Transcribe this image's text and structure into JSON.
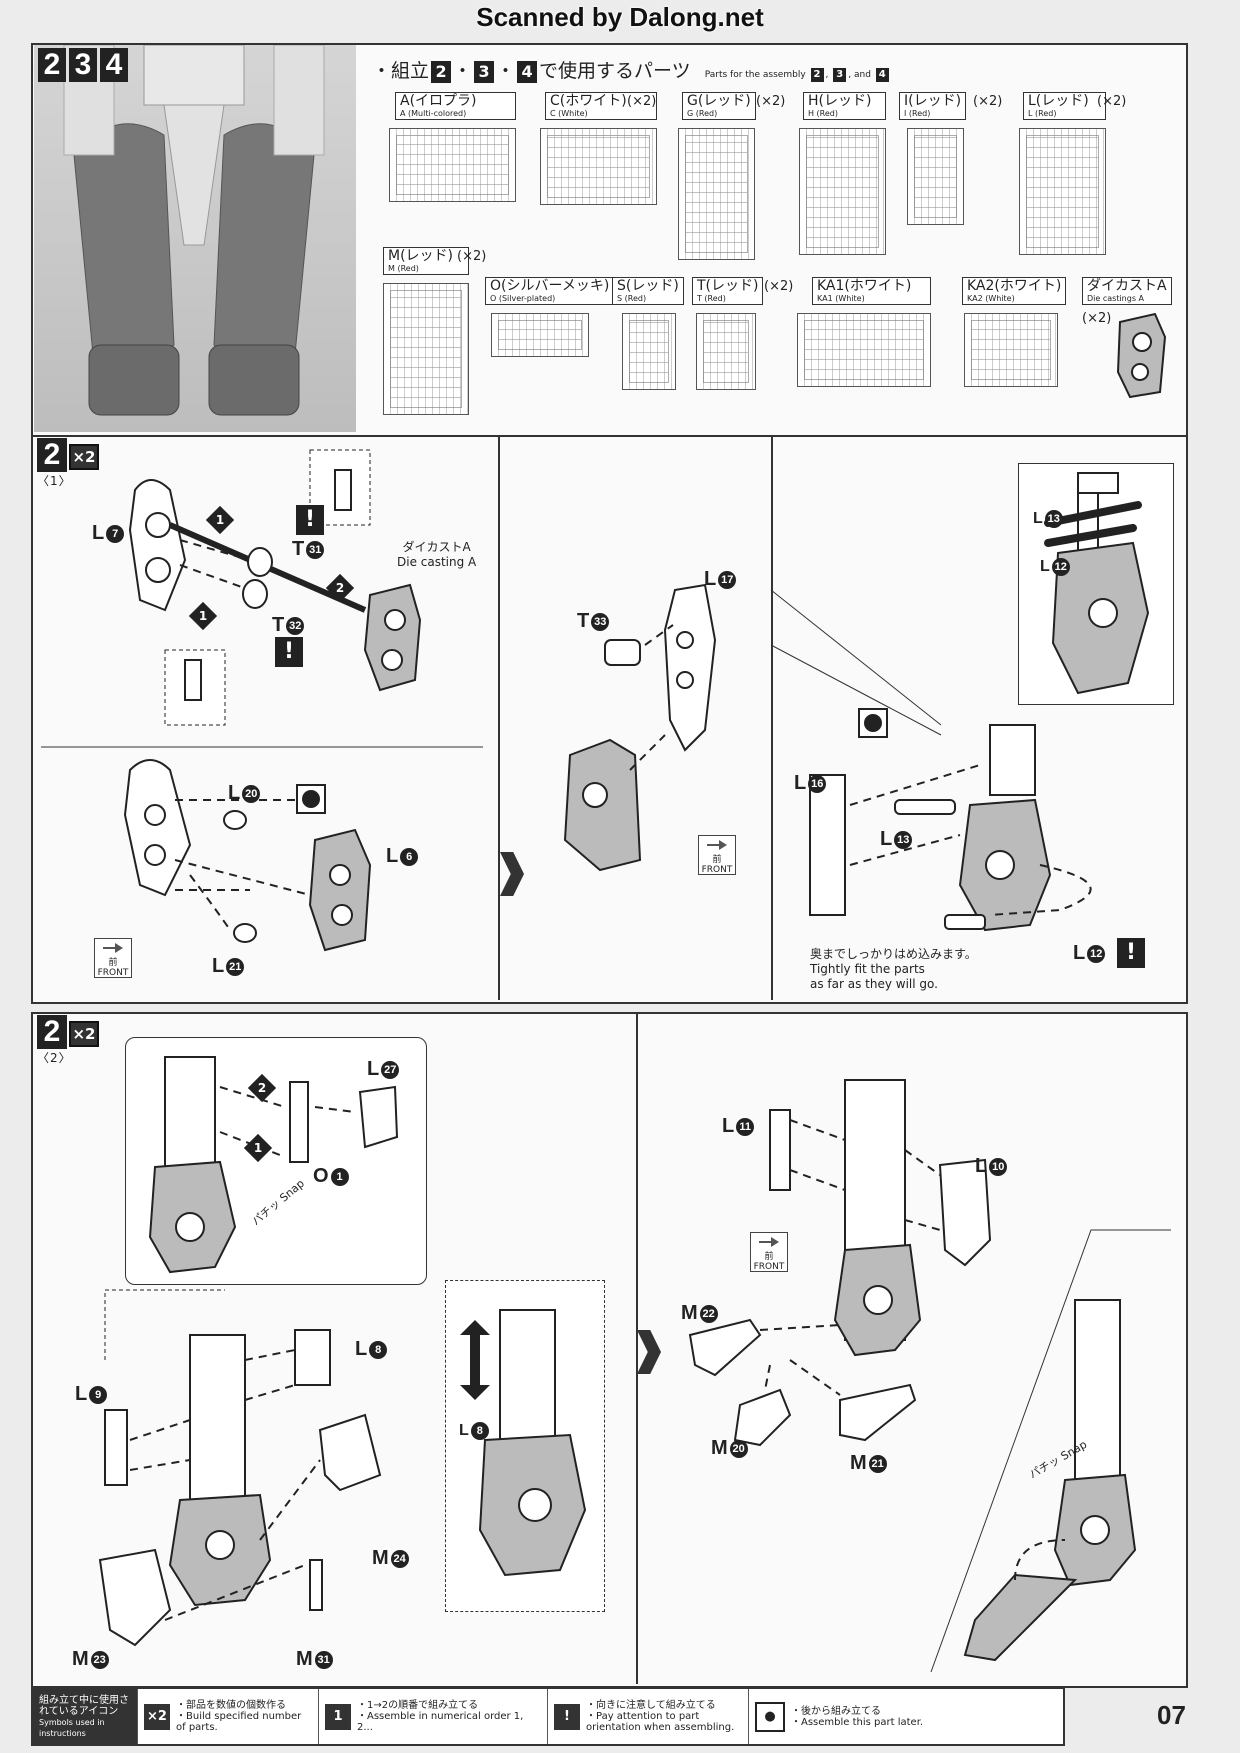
{
  "banner": "Scanned by Dalong.net",
  "top": {
    "step_digits": [
      "2",
      "3",
      "4"
    ],
    "title_jp_prefix": "・組立",
    "title_box1": "2",
    "title_sep1": "・",
    "title_box2": "3",
    "title_sep2": "・",
    "title_box3": "4",
    "title_jp_suffix": "で使用するパーツ",
    "title_en": "Parts for the assembly",
    "title_en_a": "2",
    "title_en_b": "3",
    "title_en_and": ", and",
    "title_en_c": "4",
    "runners": [
      {
        "jp": "A(イロプラ)",
        "en": "A (Multi-colored)",
        "qty": ""
      },
      {
        "jp": "C(ホワイト)",
        "en": "C (White)",
        "qty": "(×2)"
      },
      {
        "jp": "G(レッド)",
        "en": "G (Red)",
        "qty": "(×2)"
      },
      {
        "jp": "H(レッド)",
        "en": "H (Red)",
        "qty": ""
      },
      {
        "jp": "I(レッド)",
        "en": "I (Red)",
        "qty": "(×2)"
      },
      {
        "jp": "L(レッド)",
        "en": "L (Red)",
        "qty": "(×2)"
      },
      {
        "jp": "M(レッド)",
        "en": "M (Red)",
        "qty": "(×2)"
      },
      {
        "jp": "O(シルバーメッキ)",
        "en": "O (Silver-plated)",
        "qty": ""
      },
      {
        "jp": "S(レッド)",
        "en": "S (Red)",
        "qty": ""
      },
      {
        "jp": "T(レッド)",
        "en": "T (Red)",
        "qty": "(×2)"
      },
      {
        "jp": "KA1(ホワイト)",
        "en": "KA1 (White)",
        "qty": ""
      },
      {
        "jp": "KA2(ホワイト)",
        "en": "KA2 (White)",
        "qty": ""
      },
      {
        "jp": "ダイカストA",
        "en": "Die castings A",
        "qty": "(×2)"
      }
    ]
  },
  "step1": {
    "num": "2",
    "sub": "〈1〉",
    "mult": "×2",
    "labels": {
      "L7": "L",
      "L7n": "7",
      "T31": "T",
      "T31n": "31",
      "T32": "T",
      "T32n": "32",
      "die_jp": "ダイカストA",
      "die_en": "Die casting A",
      "L20": "L",
      "L20n": "20",
      "L6": "L",
      "L6n": "6",
      "L21": "L",
      "L21n": "21",
      "T33": "T",
      "T33n": "33",
      "L17": "L",
      "L17n": "17",
      "L13a": "L",
      "L13an": "13",
      "L12a": "L",
      "L12an": "12",
      "L16": "L",
      "L16n": "16",
      "L13": "L",
      "L13n": "13",
      "L12": "L",
      "L12n": "12"
    },
    "order1": "1",
    "order2": "2",
    "warn": "!",
    "front_jp": "前",
    "front_en": "FRONT",
    "note_jp": "奥までしっかりはめ込みます。",
    "note_en1": "Tightly fit the parts",
    "note_en2": "as far as they will go."
  },
  "step2": {
    "num": "2",
    "sub": "〈2〉",
    "mult": "×2",
    "labels": {
      "L27": "L",
      "L27n": "27",
      "O1": "O",
      "O1n": "1",
      "L9": "L",
      "L9n": "9",
      "L8": "L",
      "L8n": "8",
      "L8b": "L",
      "L8bn": "8",
      "M24": "M",
      "M24n": "24",
      "M23": "M",
      "M23n": "23",
      "M31": "M",
      "M31n": "31",
      "L11": "L",
      "L11n": "11",
      "L10": "L",
      "L10n": "10",
      "M22": "M",
      "M22n": "22",
      "M20": "M",
      "M20n": "20",
      "M21": "M",
      "M21n": "21"
    },
    "snap_jp": "パチッ",
    "snap_en": "Snap",
    "front_jp": "前",
    "front_en": "FRONT"
  },
  "footer": {
    "title_jp": "組み立て中に使用されているアイコン",
    "title_en": "Symbols used in instructions",
    "items": [
      {
        "icon": "×2",
        "jp": "・部品を数値の個数作る",
        "en": "・Build specified number of parts."
      },
      {
        "icon": "1",
        "jp": "・1→2の順番で組み立てる",
        "en": "・Assemble in numerical order 1, 2..."
      },
      {
        "icon": "!",
        "jp": "・向きに注意して組み立てる",
        "en": "・Pay attention to part orientation when assembling."
      },
      {
        "icon": "●",
        "jp": "・後から組み立てる",
        "en": "・Assemble this part later."
      }
    ]
  },
  "page_number": "07"
}
